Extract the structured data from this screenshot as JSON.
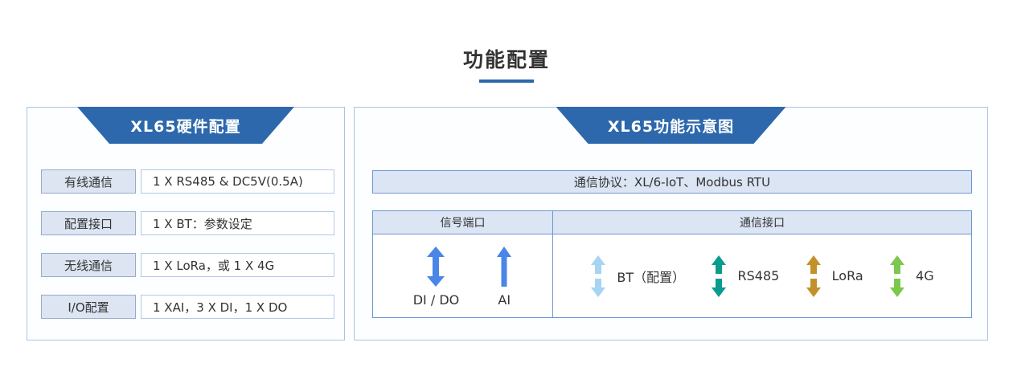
{
  "page": {
    "title": "功能配置"
  },
  "colors": {
    "brand_blue": "#2d68ac",
    "panel_border": "#aac4e4",
    "table_border": "#6e96d2",
    "header_fill": "#dbe5f4",
    "label_box_fill": "#dce5f1"
  },
  "hardware_panel": {
    "title": "XL65硬件配置",
    "rows": [
      {
        "label": "有线通信",
        "value": "1 X RS485 & DC5V(0.5A)"
      },
      {
        "label": "配置接口",
        "value": "1 X BT：参数设定"
      },
      {
        "label": "无线通信",
        "value": "1 X LoRa，或 1 X 4G"
      },
      {
        "label": "I/O配置",
        "value": "1 XAI，3 X DI，1 X DO"
      }
    ]
  },
  "function_panel": {
    "title": "XL65功能示意图",
    "protocol": "通信协议：XL/6-IoT、Modbus RTU",
    "table": {
      "signal_header": "信号端口",
      "comm_header": "通信接口",
      "signal_items": [
        {
          "label": "DI / DO",
          "icon": "double-arrow-icon",
          "color": "#4a86e8"
        },
        {
          "label": "AI",
          "icon": "up-arrow-icon",
          "color": "#4a86e8"
        }
      ],
      "comm_items": [
        {
          "label": "BT（配置）",
          "icon": "split-double-arrow-icon",
          "color": "#a6d4f2"
        },
        {
          "label": "RS485",
          "icon": "split-double-arrow-icon",
          "color": "#0a9b8e"
        },
        {
          "label": "LoRa",
          "icon": "split-double-arrow-icon",
          "color": "#c3912c"
        },
        {
          "label": "4G",
          "icon": "split-double-arrow-icon",
          "color": "#7cc74f"
        }
      ]
    }
  }
}
